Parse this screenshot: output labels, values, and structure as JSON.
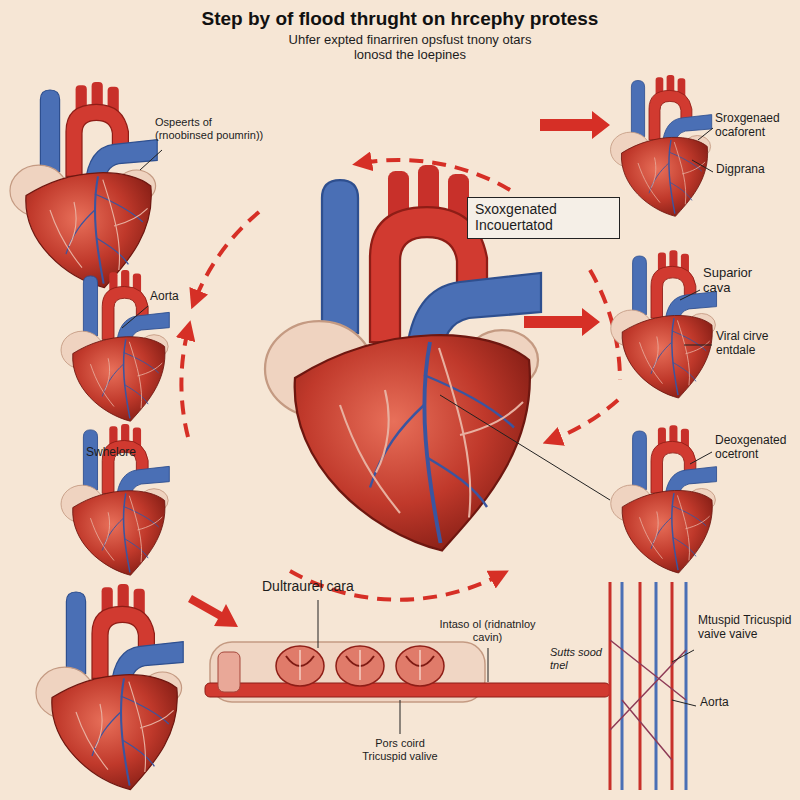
{
  "diagram": {
    "title": "Step by of flood thrught on hrcephy protess",
    "nodes": [
      {
        "text": [
          "Sxoxgenated Incouertatod"
        ]
      }
    ],
    "labels": [
      "Uhfer expted finarriren opsfust tnony otars lonosd the loepines",
      "Ospeerts of (rnoobinsed poumrin))",
      "Aorta",
      "Swhelore",
      "Sroxgenaed ocaforent",
      "Digprana",
      "Suparior cava",
      "Viral cirve entdale",
      "Deoxgenated ocetront",
      "Dultraurel cara",
      "Intaso ol (ridnatnloy cavin)",
      "Mtuspid Tricuspid vaive vaive",
      "Sutts sood tnel",
      "Pors coird Tricuspid valive",
      "Aorta"
    ]
  }
}
